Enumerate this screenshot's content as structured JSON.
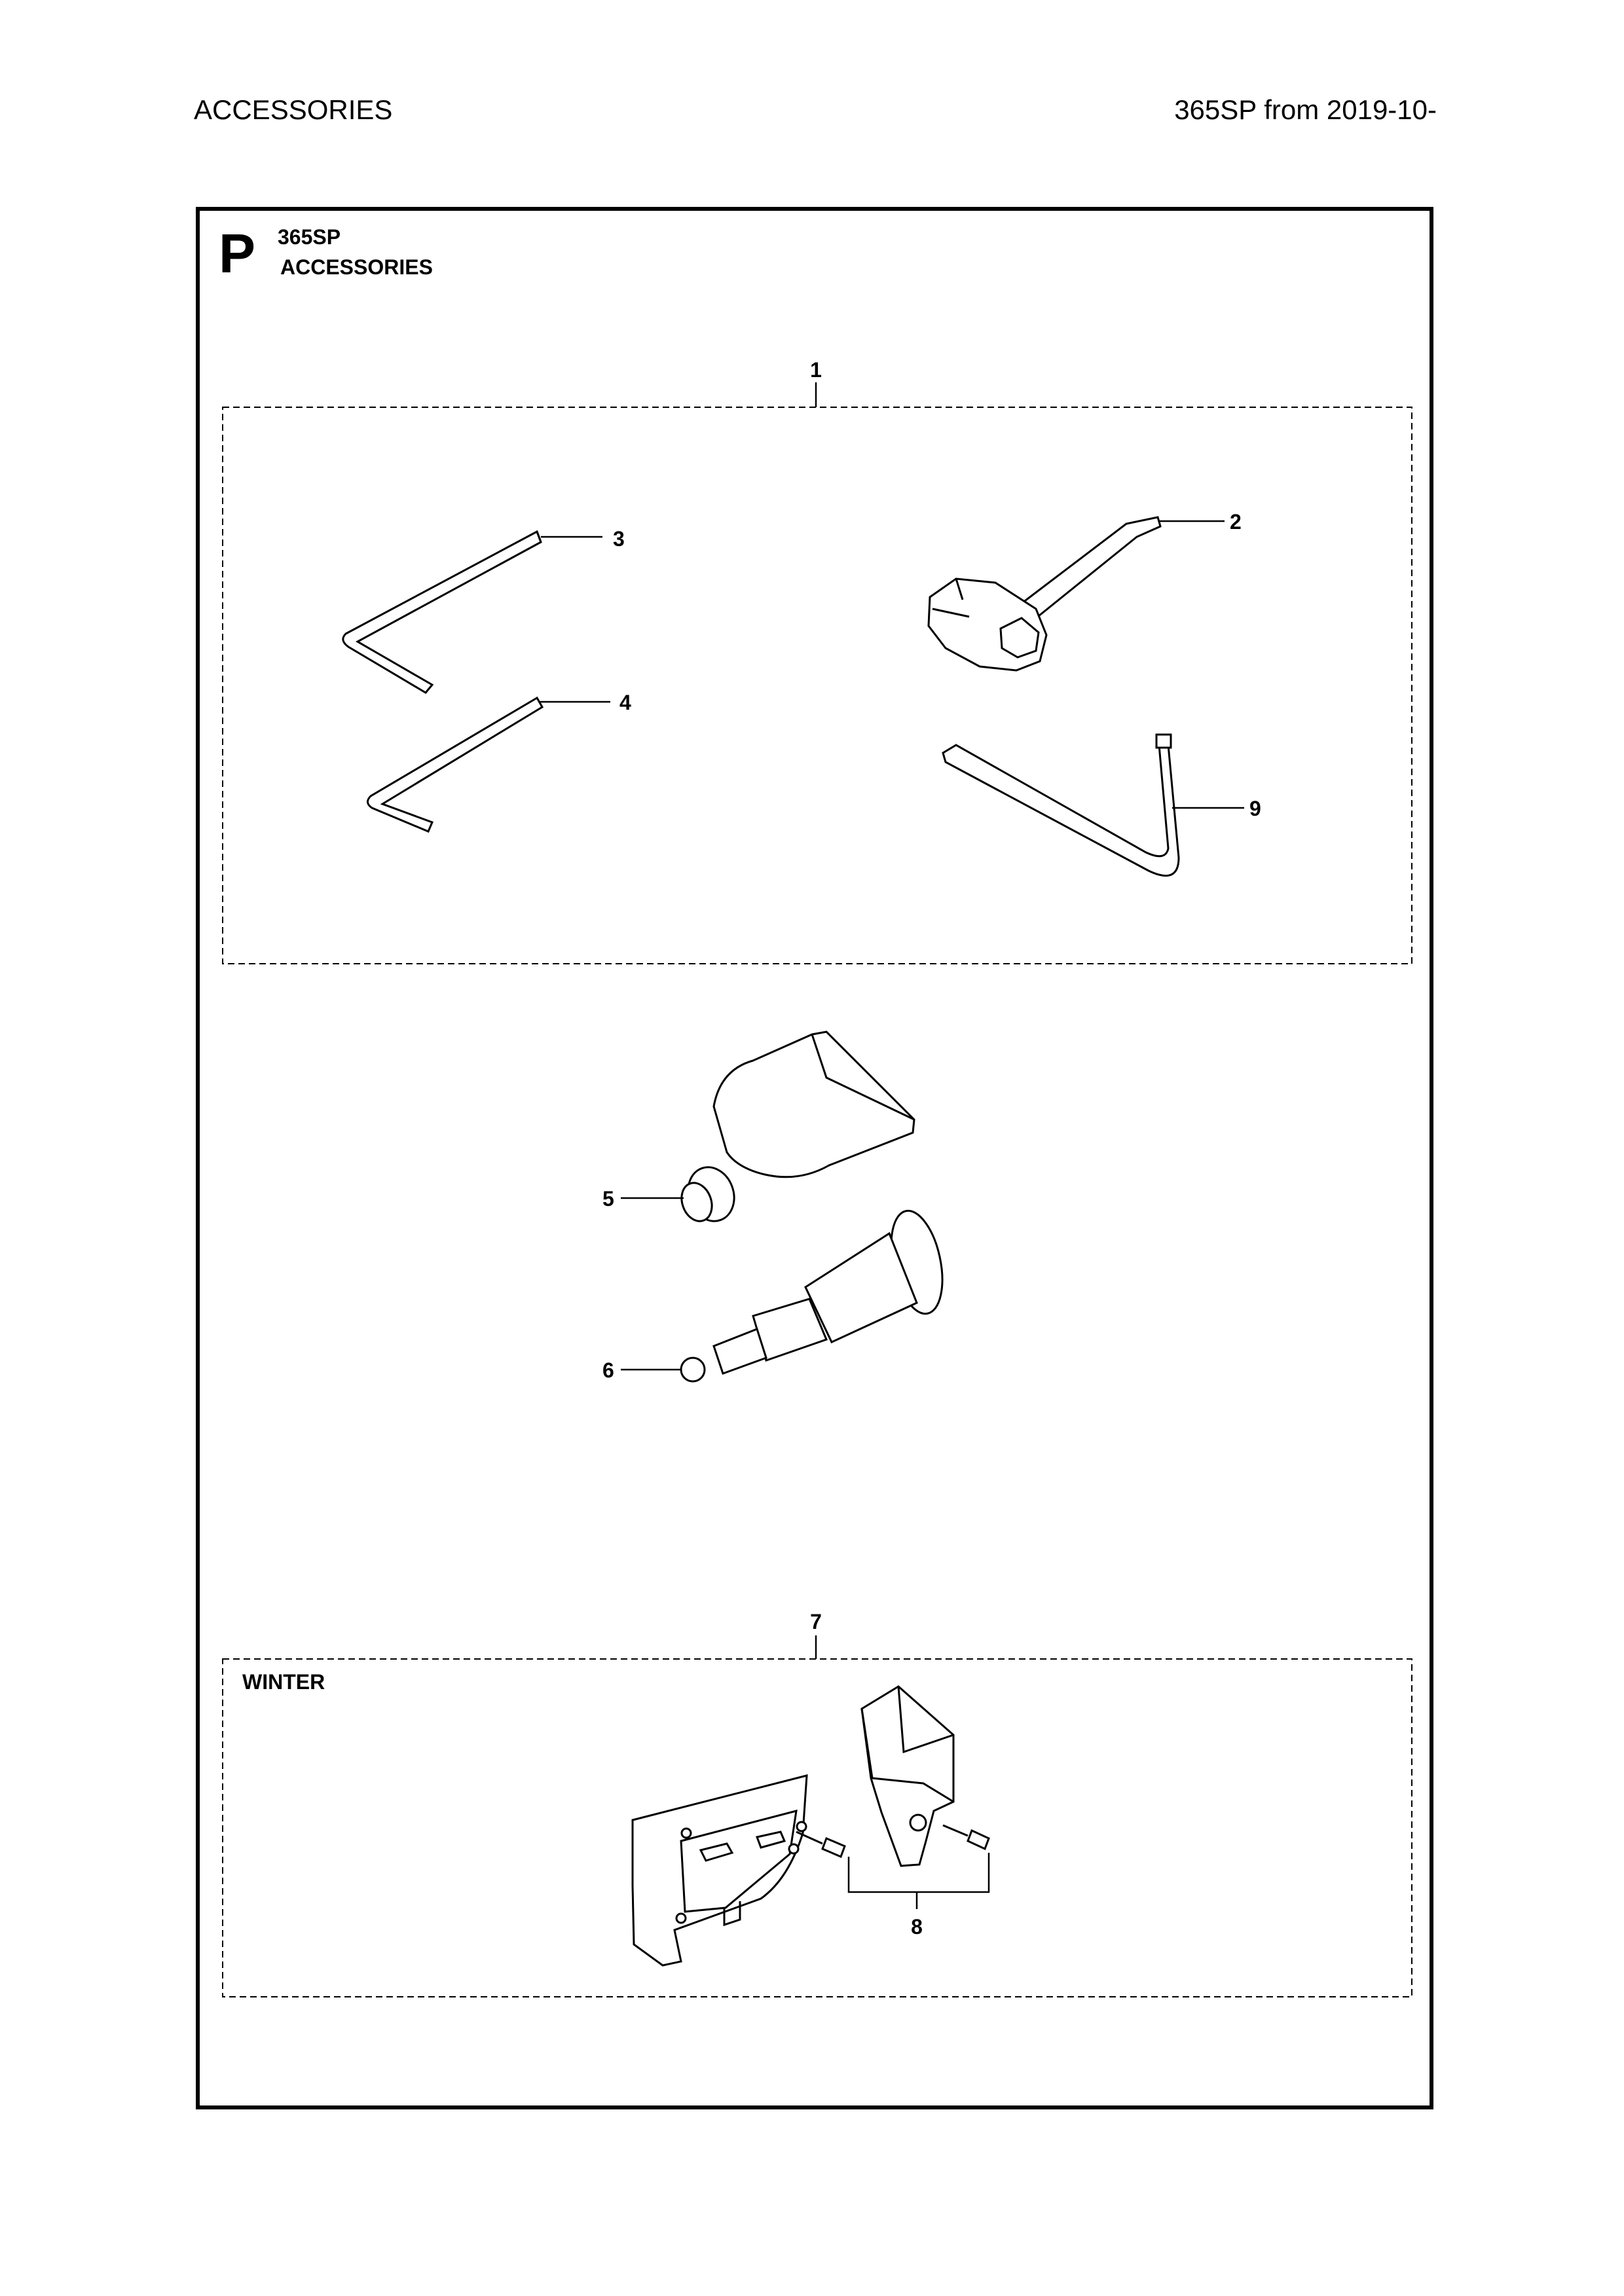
{
  "header": {
    "section": "ACCESSORIES",
    "model_range": "365SP from 2019-10-"
  },
  "panel": {
    "letter": "P",
    "model": "365SP",
    "title": "ACCESSORIES"
  },
  "callouts": {
    "c1": "1",
    "c2": "2",
    "c3": "3",
    "c4": "4",
    "c5": "5",
    "c6": "6",
    "c7": "7",
    "c8": "8",
    "c9": "9"
  },
  "winter_label": "WINTER",
  "parts": [
    {
      "ref": "1",
      "name": "tool-kit-group",
      "icon": "dashed-group-box"
    },
    {
      "ref": "2",
      "name": "combination-spanner",
      "icon": "t-spanner-icon"
    },
    {
      "ref": "3",
      "name": "hex-key-large",
      "icon": "allen-key-icon"
    },
    {
      "ref": "4",
      "name": "hex-key-small",
      "icon": "allen-key-icon"
    },
    {
      "ref": "5",
      "name": "grease-tube",
      "icon": "tube-icon"
    },
    {
      "ref": "6",
      "name": "grease-gun-nozzle",
      "icon": "nozzle-icon"
    },
    {
      "ref": "7",
      "name": "winter-kit-group",
      "icon": "dashed-group-box"
    },
    {
      "ref": "8",
      "name": "screws",
      "icon": "screw-icon"
    },
    {
      "ref": "9",
      "name": "torx-key",
      "icon": "torx-key-icon"
    }
  ]
}
